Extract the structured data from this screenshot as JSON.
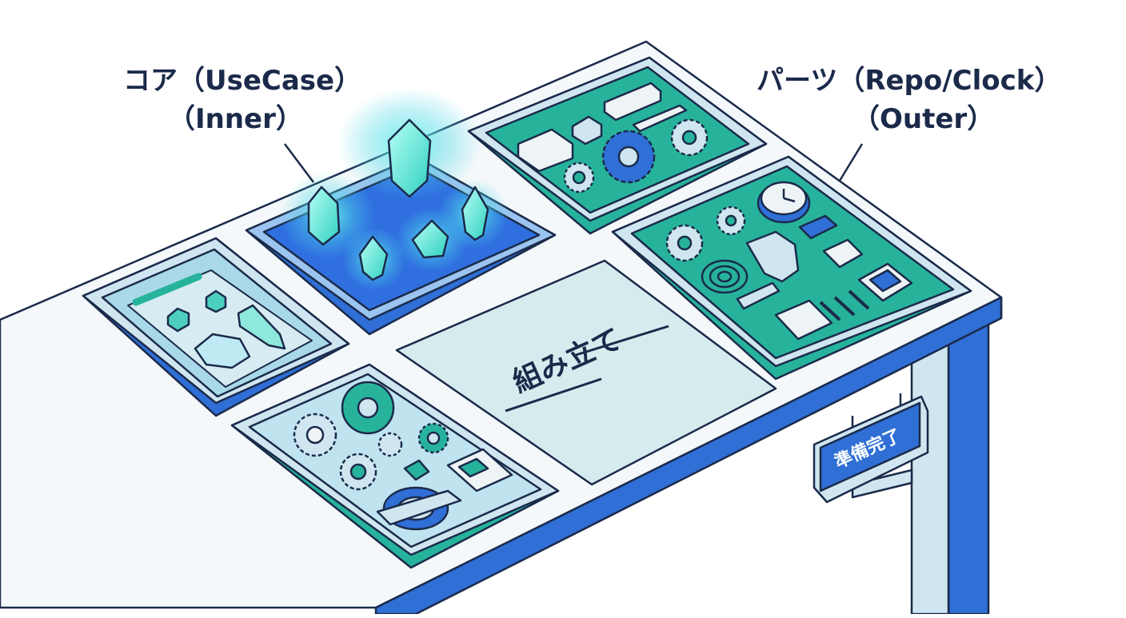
{
  "labels": {
    "core_title": "コア（UseCase）",
    "core_sub": "（Inner）",
    "parts_title": "パーツ（Repo/Clock）",
    "parts_sub": "（Outer）"
  },
  "assembly": {
    "label": "組み立て"
  },
  "sign": {
    "label": "準備完了"
  },
  "colors": {
    "outline": "#1b2a4a",
    "table_top": "#f4f8fa",
    "table_blue": "#2f6fd6",
    "teal": "#27b39b",
    "teal_dark": "#1a8c7a",
    "core_blue": "#2f6fe0",
    "glow": "#4ff0e0",
    "assembly_fill": "#d6ebee"
  },
  "icons": [
    "crystal-icon",
    "gear-icon",
    "clock-icon",
    "chip-icon",
    "spring-icon",
    "handheld-console-icon",
    "folder-icon",
    "crank-icon"
  ]
}
